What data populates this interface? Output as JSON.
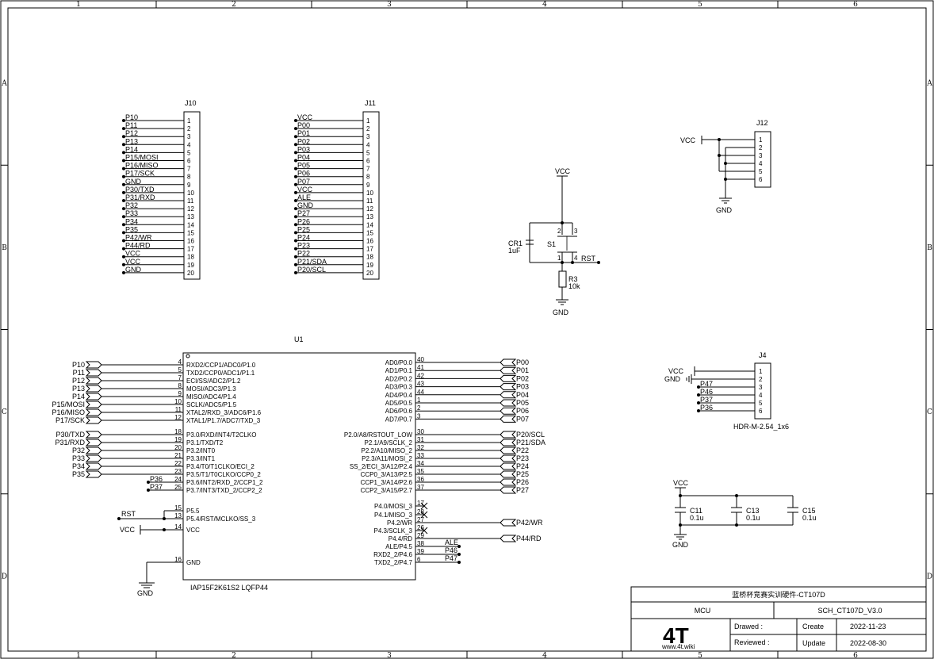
{
  "frame": {
    "columns": [
      "1",
      "2",
      "3",
      "4",
      "5",
      "6"
    ],
    "rows": [
      "A",
      "B",
      "C",
      "D"
    ]
  },
  "j10": {
    "designator": "J10",
    "pins": [
      "1",
      "2",
      "3",
      "4",
      "5",
      "6",
      "7",
      "8",
      "9",
      "10",
      "11",
      "12",
      "13",
      "14",
      "15",
      "16",
      "17",
      "18",
      "19",
      "20"
    ],
    "nets": [
      "P10",
      "P11",
      "P12",
      "P13",
      "P14",
      "P15/MOSI",
      "P16/MISO",
      "P17/SCK",
      "GND",
      "P30/TXD",
      "P31/RXD",
      "P32",
      "P33",
      "P34",
      "P35",
      "P42/WR",
      "P44/RD",
      "VCC",
      "VCC",
      "GND"
    ]
  },
  "j11": {
    "designator": "J11",
    "pins": [
      "1",
      "2",
      "3",
      "4",
      "5",
      "6",
      "7",
      "8",
      "9",
      "10",
      "11",
      "12",
      "13",
      "14",
      "15",
      "16",
      "17",
      "18",
      "19",
      "20"
    ],
    "nets": [
      "VCC",
      "P00",
      "P01",
      "P02",
      "P03",
      "P04",
      "P05",
      "P06",
      "P07",
      "VCC",
      "ALE",
      "GND",
      "P27",
      "P26",
      "P25",
      "P24",
      "P23",
      "P22",
      "P21/SDA",
      "P20/SCL"
    ]
  },
  "j12": {
    "designator": "J12",
    "pins": [
      "1",
      "2",
      "3",
      "4",
      "5",
      "6"
    ],
    "vcc": "VCC",
    "gnd": "GND"
  },
  "reset": {
    "vcc": "VCC",
    "cap_ref": "CR1",
    "cap_val": "1uF",
    "switch_ref": "S1",
    "sw_pins": [
      "2",
      "3",
      "1",
      "4"
    ],
    "net": "RST",
    "res_ref": "R3",
    "res_val": "10k",
    "gnd": "GND"
  },
  "j4": {
    "designator": "J4",
    "pins": [
      "1",
      "2",
      "3",
      "4",
      "5",
      "6"
    ],
    "nets": [
      "VCC",
      "GND",
      "P47",
      "P46",
      "P37",
      "P36"
    ],
    "footprint": "HDR-M-2.54_1x6"
  },
  "caps": {
    "vcc": "VCC",
    "gnd": "GND",
    "items": [
      {
        "ref": "C11",
        "val": "0.1u"
      },
      {
        "ref": "C13",
        "val": "0.1u"
      },
      {
        "ref": "C15",
        "val": "0.1u"
      }
    ]
  },
  "u1": {
    "designator": "U1",
    "part": "IAP15F2K61S2 LQFP44",
    "left_group1": [
      {
        "net": "P10",
        "num": "4",
        "fn": "RXD2/CCP1/ADC0/P1.0"
      },
      {
        "net": "P11",
        "num": "5",
        "fn": "TXD2/CCP0/ADC1/P1.1"
      },
      {
        "net": "P12",
        "num": "7",
        "fn": "ECI/SS/ADC2/P1.2"
      },
      {
        "net": "P13",
        "num": "8",
        "fn": "MOSI/ADC3/P1.3"
      },
      {
        "net": "P14",
        "num": "9",
        "fn": "MISO/ADC4/P1.4"
      },
      {
        "net": "P15/MOSI",
        "num": "10",
        "fn": "SCLK/ADC5/P1.5"
      },
      {
        "net": "P16/MISO",
        "num": "11",
        "fn": "XTAL2/RXD_3/ADC6/P1.6"
      },
      {
        "net": "P17/SCK",
        "num": "12",
        "fn": "XTAL1/P1.7/ADC7/TXD_3"
      }
    ],
    "left_group2": [
      {
        "net": "P30/TXD",
        "num": "18",
        "fn": "P3.0/RXD/INT4/T2CLKO"
      },
      {
        "net": "P31/RXD",
        "num": "19",
        "fn": "P3.1/TXD/T2"
      },
      {
        "net": "P32",
        "num": "20",
        "fn": "P3.2/INT0"
      },
      {
        "net": "P33",
        "num": "21",
        "fn": "P3.3/INT1"
      },
      {
        "net": "P34",
        "num": "22",
        "fn": "P3.4/T0/T1CLKO/ECI_2"
      },
      {
        "net": "P35",
        "num": "23",
        "fn": "P3.5/T1/T0CLKO/CCP0_2"
      },
      {
        "net": "P36",
        "num": "24",
        "fn": "P3.6/INT2/RXD_2/CCP1_2"
      },
      {
        "net": "P37",
        "num": "25",
        "fn": "P3.7/INT3/TXD_2/CCP2_2"
      }
    ],
    "left_misc": [
      {
        "net": "RST",
        "num": "15",
        "fn": "P5.5"
      },
      {
        "net": "",
        "num": "13",
        "fn": "P5.4/RST/MCLKO/SS_3"
      },
      {
        "net": "VCC",
        "num": "14",
        "fn": "VCC"
      },
      {
        "net": "GND",
        "num": "16",
        "fn": "GND"
      }
    ],
    "right_group1": [
      {
        "net": "P00",
        "num": "40",
        "fn": "AD0/P0.0"
      },
      {
        "net": "P01",
        "num": "41",
        "fn": "AD1/P0.1"
      },
      {
        "net": "P02",
        "num": "42",
        "fn": "AD2/P0.2"
      },
      {
        "net": "P03",
        "num": "43",
        "fn": "AD3/P0.3"
      },
      {
        "net": "P04",
        "num": "44",
        "fn": "AD4/P0.4"
      },
      {
        "net": "P05",
        "num": "1",
        "fn": "AD5/P0.5"
      },
      {
        "net": "P06",
        "num": "2",
        "fn": "AD6/P0.6"
      },
      {
        "net": "P07",
        "num": "3",
        "fn": "AD7/P0.7"
      }
    ],
    "right_group2": [
      {
        "net": "P20/SCL",
        "num": "30",
        "fn": "P2.0/A8/RSTOUT_LOW"
      },
      {
        "net": "P21/SDA",
        "num": "31",
        "fn": "P2.1/A9/SCLK_2"
      },
      {
        "net": "P22",
        "num": "32",
        "fn": "P2.2/A10/MISO_2"
      },
      {
        "net": "P23",
        "num": "33",
        "fn": "P2.3/A11/MOSI_2"
      },
      {
        "net": "P24",
        "num": "34",
        "fn": "SS_2/ECI_3/A12/P2.4"
      },
      {
        "net": "P25",
        "num": "35",
        "fn": "CCP0_3/A13/P2.5"
      },
      {
        "net": "P26",
        "num": "36",
        "fn": "CCP1_3/A14/P2.6"
      },
      {
        "net": "P27",
        "num": "37",
        "fn": "CCP2_3/A15/P2.7"
      }
    ],
    "right_misc": [
      {
        "net": "",
        "num": "17",
        "fn": "P4.0/MOSI_3"
      },
      {
        "net": "",
        "num": "28",
        "fn": "P4.1/MISO_3"
      },
      {
        "net": "P42/WR",
        "num": "27",
        "fn": "P4.2/WR"
      },
      {
        "net": "",
        "num": "26",
        "fn": "P4.3/SCLK_3"
      },
      {
        "net": "P44/RD",
        "num": "29",
        "fn": "P4.4/RD"
      },
      {
        "net": "ALE",
        "num": "38",
        "fn": "ALE/P4.5"
      },
      {
        "net": "P46",
        "num": "39",
        "fn": "RXD2_2/P4.6"
      },
      {
        "net": "P47",
        "num": "6",
        "fn": "TXD2_2/P4.7"
      }
    ]
  },
  "title_block": {
    "title": "蓝桥杯竞赛实训硬件-CT107D",
    "sheet": "MCU",
    "doc": "SCH_CT107D_V3.0",
    "logo": "4T",
    "url": "www.4t.wiki",
    "drawed_label": "Drawed :",
    "reviewed_label": "Reviewed :",
    "create_label": "Create",
    "create_date": "2022-11-23",
    "update_label": "Update",
    "update_date": "2022-08-30"
  }
}
